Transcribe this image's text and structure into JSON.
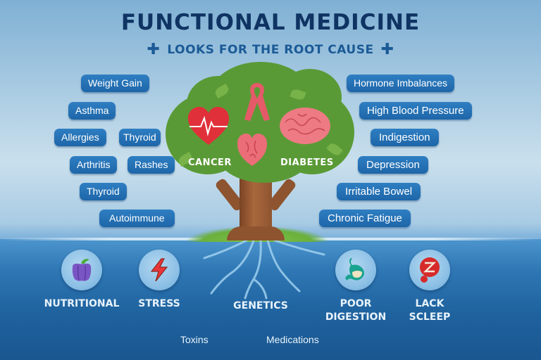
{
  "header": {
    "title": "FUNCTIONAL MEDICINE",
    "subtitle": "LOOKS FOR THE ROOT CAUSE",
    "plus_symbol": "✚"
  },
  "colors": {
    "title": "#0f3463",
    "subtitle": "#1b5a96",
    "pill_bg": "#1d66a8",
    "canopy": "#5a9a36",
    "trunk": "#8e5430",
    "underground": "#1f639f"
  },
  "symptoms_left": [
    {
      "label": "Weight Gain"
    },
    {
      "label": "Asthma"
    },
    {
      "label": "Allergies"
    },
    {
      "label": "Thyroid"
    },
    {
      "label": "Arthritis"
    },
    {
      "label": "Rashes"
    },
    {
      "label": "Thyroid"
    },
    {
      "label": "Autoimmune"
    }
  ],
  "symptoms_right": [
    {
      "label": "Hormone Imbalances"
    },
    {
      "label": "High Blood Pressure"
    },
    {
      "label": "Indigestion"
    },
    {
      "label": "Depression"
    },
    {
      "label": "Irritable Bowel"
    },
    {
      "label": "Chronic Fatigue"
    }
  ],
  "tree": {
    "labels": [
      "CANCER",
      "DIABETES"
    ],
    "icons": [
      "heart-ecg-icon",
      "cancer-ribbon-icon",
      "heart-organ-icon",
      "brain-icon"
    ]
  },
  "root_causes": [
    {
      "label_lines": [
        "NUTRITIONAL"
      ],
      "icon": "pepper-icon"
    },
    {
      "label_lines": [
        "STRESS"
      ],
      "icon": "lightning-icon"
    },
    {
      "label_lines": [
        "GENETICS"
      ],
      "icon": "roots-icon"
    },
    {
      "label_lines": [
        "POOR",
        "DIGESTION"
      ],
      "icon": "stomach-icon"
    },
    {
      "label_lines": [
        "LACK",
        "SCLEEP"
      ],
      "icon": "sleep-zz-icon"
    }
  ],
  "minor_causes": [
    "Toxins",
    "Medications"
  ]
}
